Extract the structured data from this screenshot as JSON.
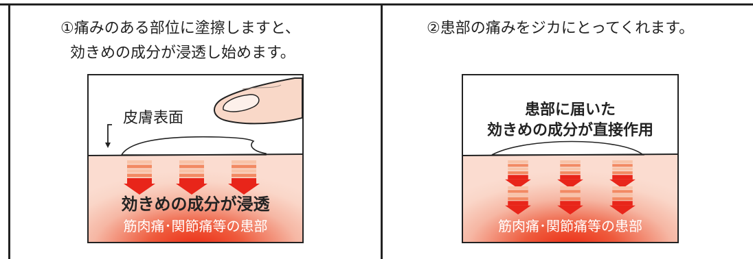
{
  "colors": {
    "arrow_red": "#e8251a",
    "band_light": "#f8c3a8",
    "band_mid": "#f28a63",
    "skin_light": "#fbdcd0",
    "area_red": "#ec2a12"
  },
  "left_panel": {
    "caption_line1": "①痛みのある部位に塗擦しますと、",
    "caption_line2": "効きめの成分が浸透し始めます。",
    "skin_surface_label": "皮膚表面",
    "penetration_label": "効きめの成分が浸透",
    "affected_area_label": "筋肉痛･関節痛等の患部",
    "icons": [
      "finger-icon",
      "gel-drop-icon",
      "down-arrow-icon"
    ],
    "arrow_count": 3
  },
  "right_panel": {
    "caption": "②患部の痛みをジカにとってくれます。",
    "effect_line1": "患部に届いた",
    "effect_line2": "効きめの成分が直接作用",
    "affected_area_label": "筋肉痛･関節痛等の患部",
    "icons": [
      "gel-film-icon",
      "down-arrow-icon"
    ],
    "arrow_count": 6
  }
}
